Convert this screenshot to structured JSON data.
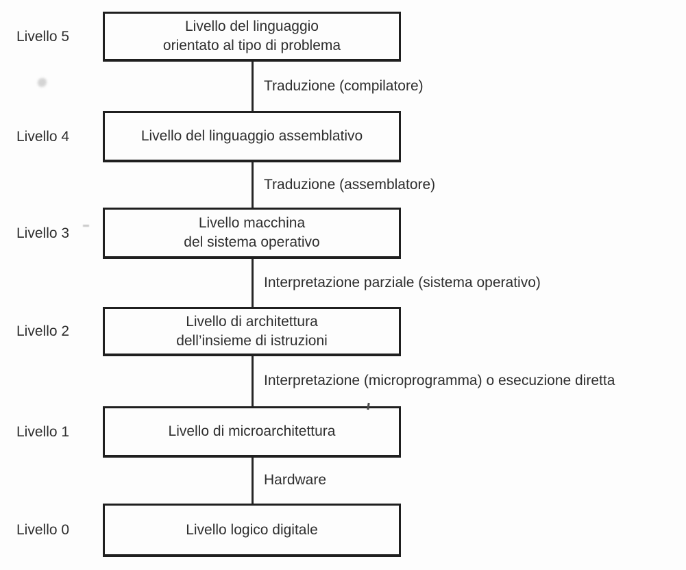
{
  "diagram": {
    "title_semantic": "Livelli delle macchine multilivello",
    "colors": {
      "background": "#fdfdfd",
      "border": "#1f1f1f",
      "text": "#2e2e2e"
    },
    "levels": [
      {
        "side_label": "Livello 5",
        "box_lines": [
          "Livello del linguaggio",
          "orientato al tipo di problema"
        ],
        "connector_label": "Traduzione (compilatore)"
      },
      {
        "side_label": "Livello 4",
        "box_lines": [
          "Livello del linguaggio assemblativo"
        ],
        "connector_label": "Traduzione (assemblatore)"
      },
      {
        "side_label": "Livello 3",
        "box_lines": [
          "Livello macchina",
          "del sistema operativo"
        ],
        "connector_label": "Interpretazione parziale (sistema operativo)"
      },
      {
        "side_label": "Livello 2",
        "box_lines": [
          "Livello di architettura",
          "dell’insieme di istruzioni"
        ],
        "connector_label": "Interpretazione (microprogramma) o esecuzione diretta"
      },
      {
        "side_label": "Livello 1",
        "box_lines": [
          "Livello di microarchitettura"
        ],
        "connector_label": "Hardware"
      },
      {
        "side_label": "Livello 0",
        "box_lines": [
          "Livello logico digitale"
        ],
        "connector_label": ""
      }
    ]
  }
}
